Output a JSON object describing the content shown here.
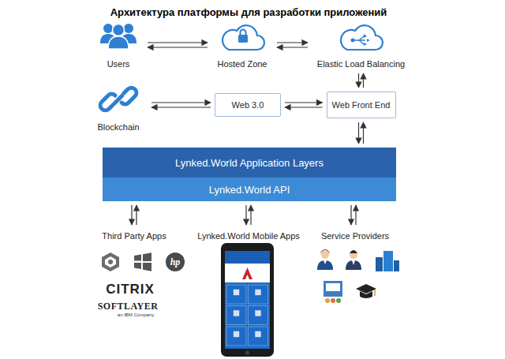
{
  "diagram": {
    "title": "Архитектура платформы для разработки приложений",
    "nodes": [
      {
        "text": [
          "Users"
        ]
      },
      {
        "text": [
          "Hosted Zone"
        ]
      },
      {
        "text": [
          "Elastic Load Balancing"
        ]
      },
      {
        "text": [
          "Blockchain"
        ]
      },
      {
        "text": [
          "Web 3.0"
        ]
      },
      {
        "text": [
          "Web Front End"
        ]
      },
      {
        "text": [
          "Lynked.World Application Layers"
        ]
      },
      {
        "text": [
          "Lynked.World API"
        ]
      },
      {
        "text": [
          "Third Party Apps"
        ]
      },
      {
        "text": [
          "Lynked.World Mobile Apps"
        ]
      },
      {
        "text": [
          "Service Providers"
        ]
      }
    ],
    "edges": [
      {
        "from": 0,
        "to": 1,
        "arrow": "both"
      },
      {
        "from": 1,
        "to": 2,
        "arrow": "both"
      },
      {
        "from": 2,
        "to": 5,
        "arrow": "both"
      },
      {
        "from": 3,
        "to": 4,
        "arrow": "both"
      },
      {
        "from": 4,
        "to": 5,
        "arrow": "both"
      },
      {
        "from": 5,
        "to": 6,
        "arrow": "both"
      },
      {
        "from": 7,
        "to": 8,
        "arrow": "both"
      },
      {
        "from": 7,
        "to": 9,
        "arrow": "both"
      },
      {
        "from": 7,
        "to": 10,
        "arrow": "both"
      }
    ],
    "labels": [
      "hp",
      "CITRIX",
      "SOFTLAYER",
      "an IBM Company"
    ]
  }
}
